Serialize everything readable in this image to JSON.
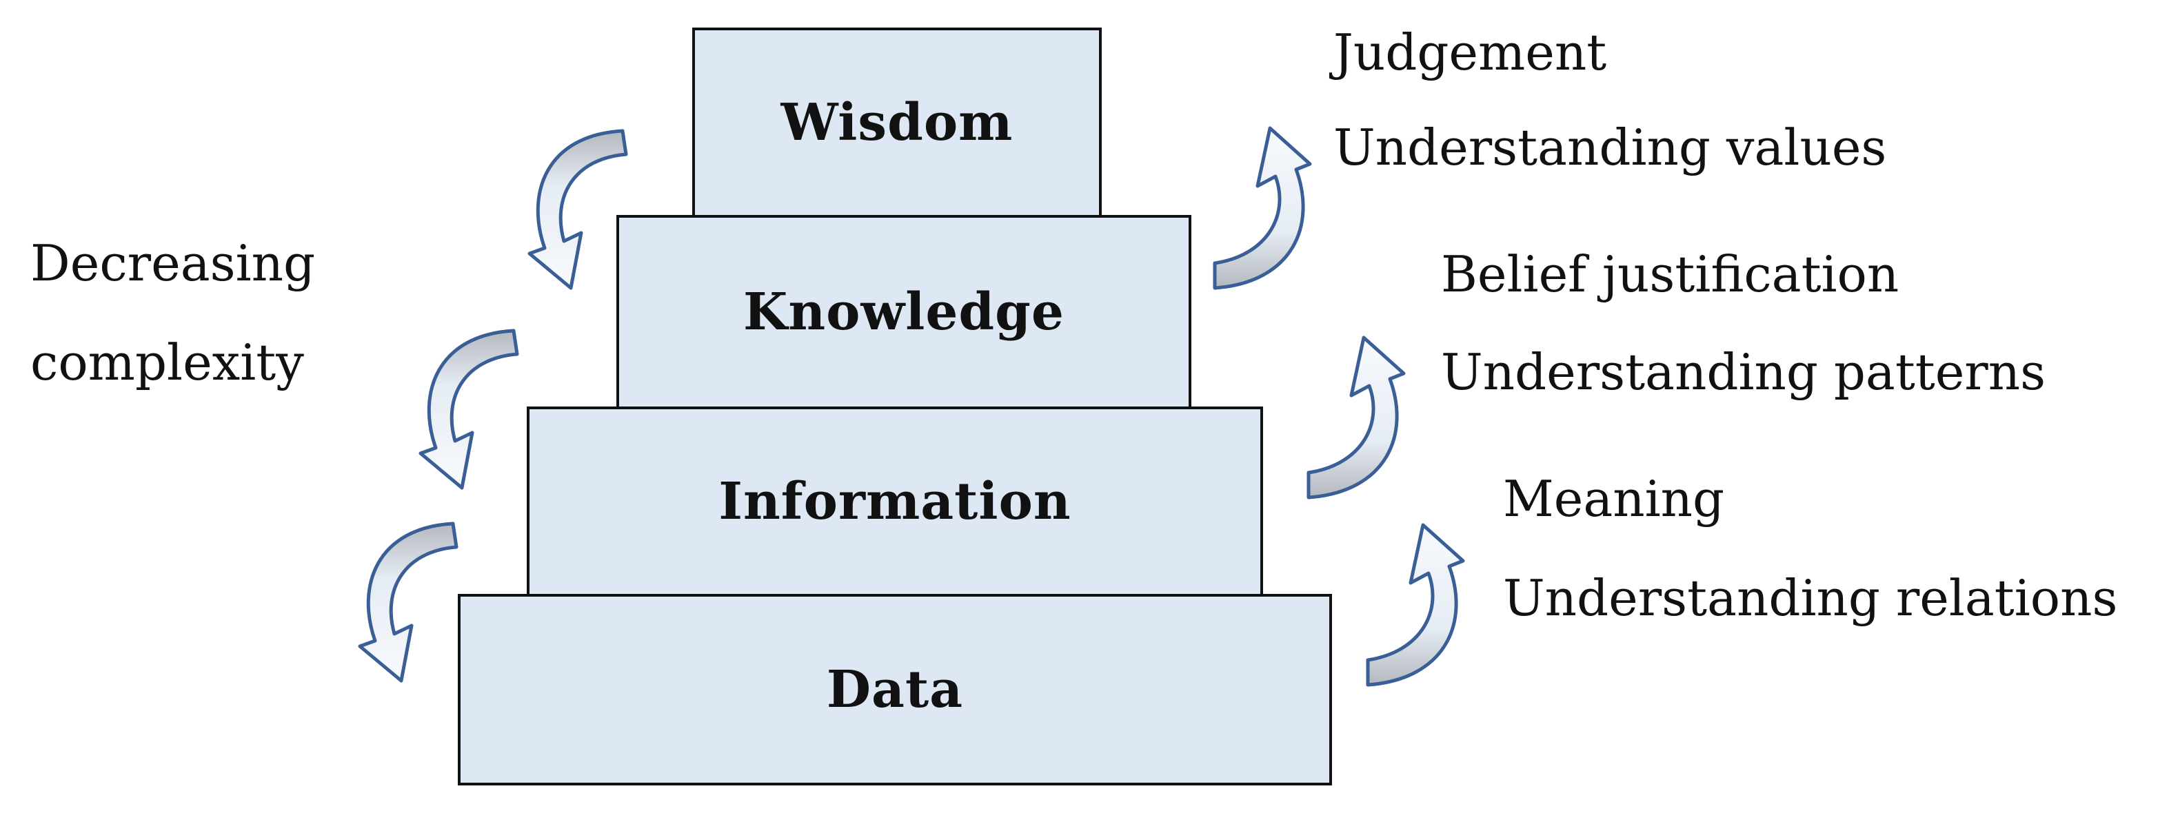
{
  "pyramid": {
    "tiers": {
      "wisdom": "Wisdom",
      "knowledge": "Knowledge",
      "information": "Information",
      "data": "Data"
    }
  },
  "left_annotation": {
    "line1": "Decreasing",
    "line2": "complexity"
  },
  "right_annotations": {
    "wisdom": {
      "line1": "Judgement",
      "line2": "Understanding values"
    },
    "knowledge": {
      "line1": "Belief justification",
      "line2": "Understanding patterns"
    },
    "information": {
      "line1": "Meaning",
      "line2": "Understanding relations"
    }
  },
  "colors": {
    "tier_fill": "#dde8f4",
    "tier_border": "#111111",
    "arrow_outline": "#3a5f96",
    "arrow_fill_light": "#f3f7fc",
    "arrow_fill_dark": "#b4b8bf"
  },
  "arrows": {
    "left_side": [
      "curved-down-arrow",
      "curved-down-arrow",
      "curved-down-arrow"
    ],
    "right_side": [
      "curved-up-arrow",
      "curved-up-arrow",
      "curved-up-arrow"
    ]
  }
}
